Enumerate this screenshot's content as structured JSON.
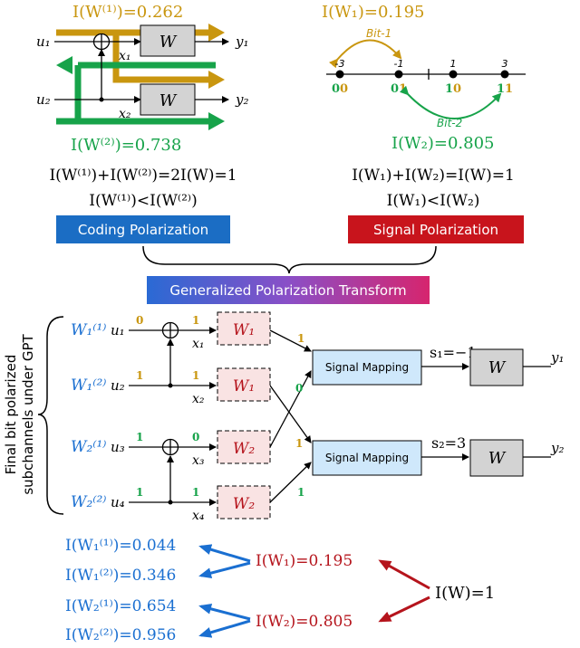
{
  "colors": {
    "gold": "#c9960f",
    "green": "#17a34a",
    "blue": "#1a6fd1",
    "red": "#b5141c",
    "box_grey": "#d3d3d3",
    "box_light_blue": "#cfe8fb",
    "box_pink": "#f9e3e3",
    "banner_blue": "#1b6dc4",
    "banner_red": "#c8141c",
    "banner_gradient": [
      "#2a6ad4",
      "#8a4fc7",
      "#d6256e"
    ]
  },
  "coding": {
    "iw1": "I(W⁽¹⁾)=0.262",
    "iw2": "I(W⁽²⁾)=0.738",
    "u1": "u₁",
    "u2": "u₂",
    "x1": "x₁",
    "x2": "x₂",
    "y1": "y₁",
    "y2": "y₂",
    "w": "W",
    "eq1": "I(W⁽¹⁾)+I(W⁽²⁾)=2I(W)=1",
    "eq2": "I(W⁽¹⁾)<I(W⁽²⁾)",
    "banner": "Coding Polarization"
  },
  "signal": {
    "iw1": "I(W₁)=0.195",
    "iw2": "I(W₂)=0.805",
    "bit1": "Bit-1",
    "bit2": "Bit-2",
    "ticks": [
      "-3",
      "-1",
      "1",
      "3"
    ],
    "codes": [
      "00",
      "01",
      "10",
      "11"
    ],
    "eq1": "I(W₁)+I(W₂)=I(W)=1",
    "eq2": "I(W₁)<I(W₂)",
    "banner": "Signal Polarization"
  },
  "gpt": {
    "banner": "Generalized Polarization Transform",
    "side_label_1": "Final bit polarized",
    "side_label_2": "subchannels under GPT",
    "subchannels": [
      "W₁⁽¹⁾",
      "W₁⁽²⁾",
      "W₂⁽¹⁾",
      "W₂⁽²⁾"
    ],
    "inputs": [
      "u₁",
      "u₂",
      "u₃",
      "u₄"
    ],
    "xs": [
      "x₁",
      "x₂",
      "x₃",
      "x₄"
    ],
    "boxes": [
      "W₁",
      "W₁",
      "W₂",
      "W₂"
    ],
    "bits_in": [
      "0",
      "1",
      "1",
      "1"
    ],
    "bits_out": [
      "1",
      "1",
      "0",
      "1"
    ],
    "bits_to_map": [
      "1",
      "0",
      "1",
      "1"
    ],
    "mapping_label": "Signal Mapping",
    "s1": "s₁=−1",
    "s2": "s₂=3",
    "w": "W",
    "y1": "y₁",
    "y2": "y₂"
  },
  "bottom": {
    "left": [
      "I(W₁⁽¹⁾)=0.044",
      "I(W₁⁽²⁾)=0.346",
      "I(W₂⁽¹⁾)=0.654",
      "I(W₂⁽²⁾)=0.956"
    ],
    "mid": [
      "I(W₁)=0.195",
      "I(W₂)=0.805"
    ],
    "right": "I(W)=1"
  }
}
